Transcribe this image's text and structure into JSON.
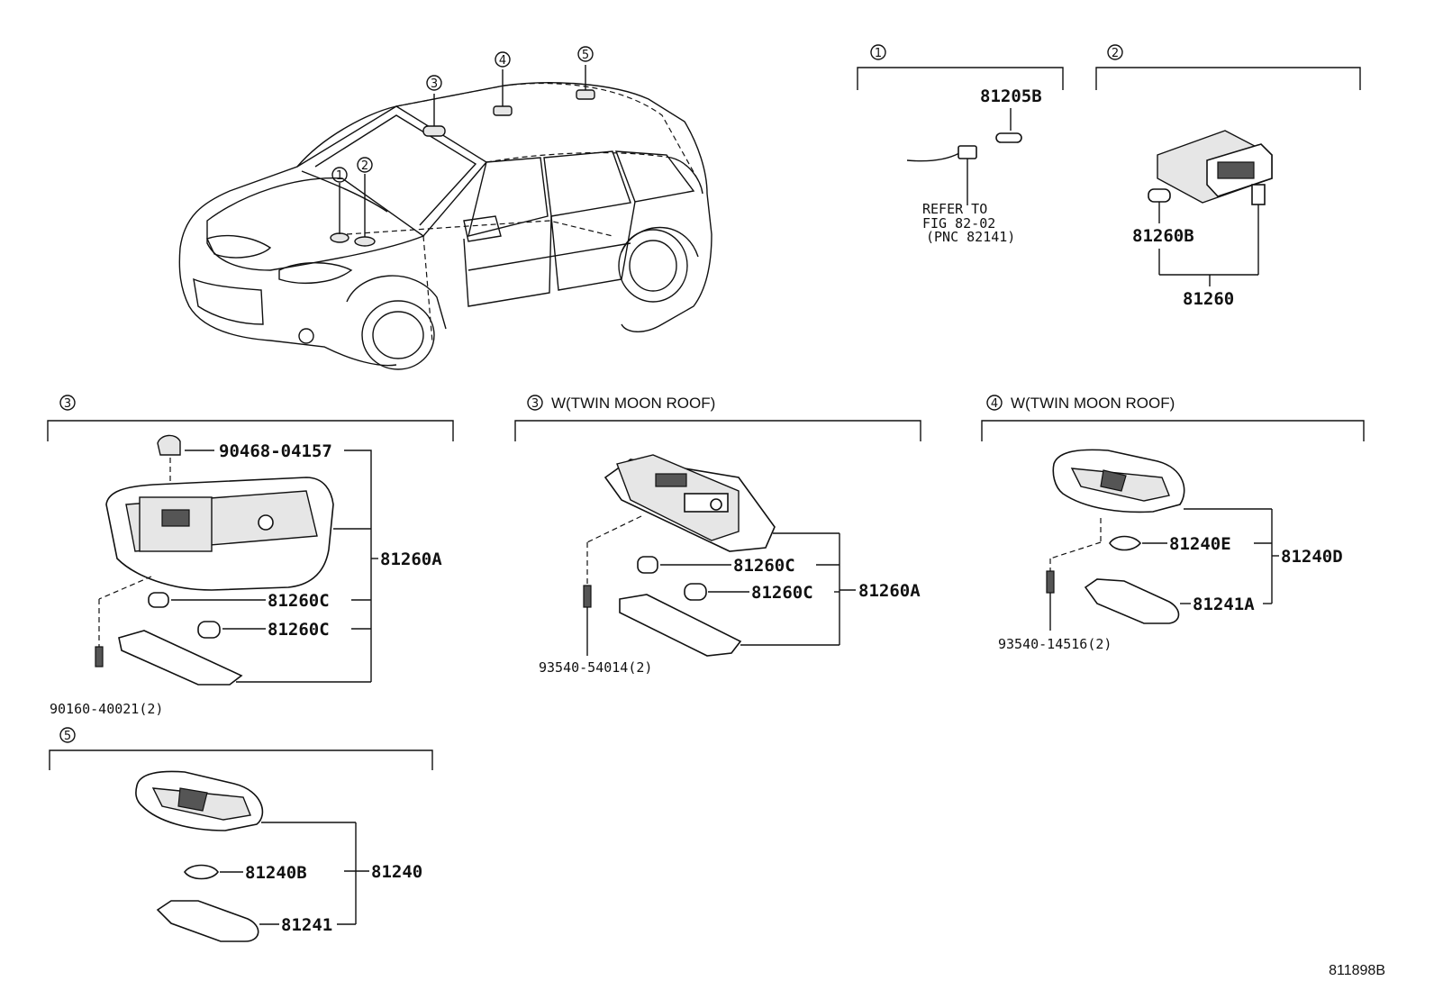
{
  "circle_markers": [
    "1",
    "2",
    "3",
    "4",
    "5"
  ],
  "sections": {
    "s1": {
      "marker": "1",
      "part_81205b": "81205B",
      "refer_line1": "REFER TO",
      "refer_line2": "FIG 82-02",
      "refer_line3": "(PNC 82141)"
    },
    "s2": {
      "marker": "2",
      "part_81260b": "81260B",
      "part_81260": "81260"
    },
    "s3": {
      "marker": "3",
      "part_clip": "90468-04157",
      "part_assy": "81260A",
      "part_bulb1": "81260C",
      "part_bulb2": "81260C",
      "part_screw": "90160-40021(2)"
    },
    "s3b": {
      "marker": "3",
      "title": "W(TWIN MOON ROOF)",
      "part_bulb1": "81260C",
      "part_bulb2": "81260C",
      "part_assy": "81260A",
      "part_screw": "93540-54014(2)"
    },
    "s4": {
      "marker": "4",
      "title": "W(TWIN MOON ROOF)",
      "part_bulb": "81240E",
      "part_assy": "81240D",
      "part_lens": "81241A",
      "part_screw": "93540-14516(2)"
    },
    "s5": {
      "marker": "5",
      "part_bulb": "81240B",
      "part_assy": "81240",
      "part_lens": "81241"
    }
  },
  "diagram_code": "811898B"
}
